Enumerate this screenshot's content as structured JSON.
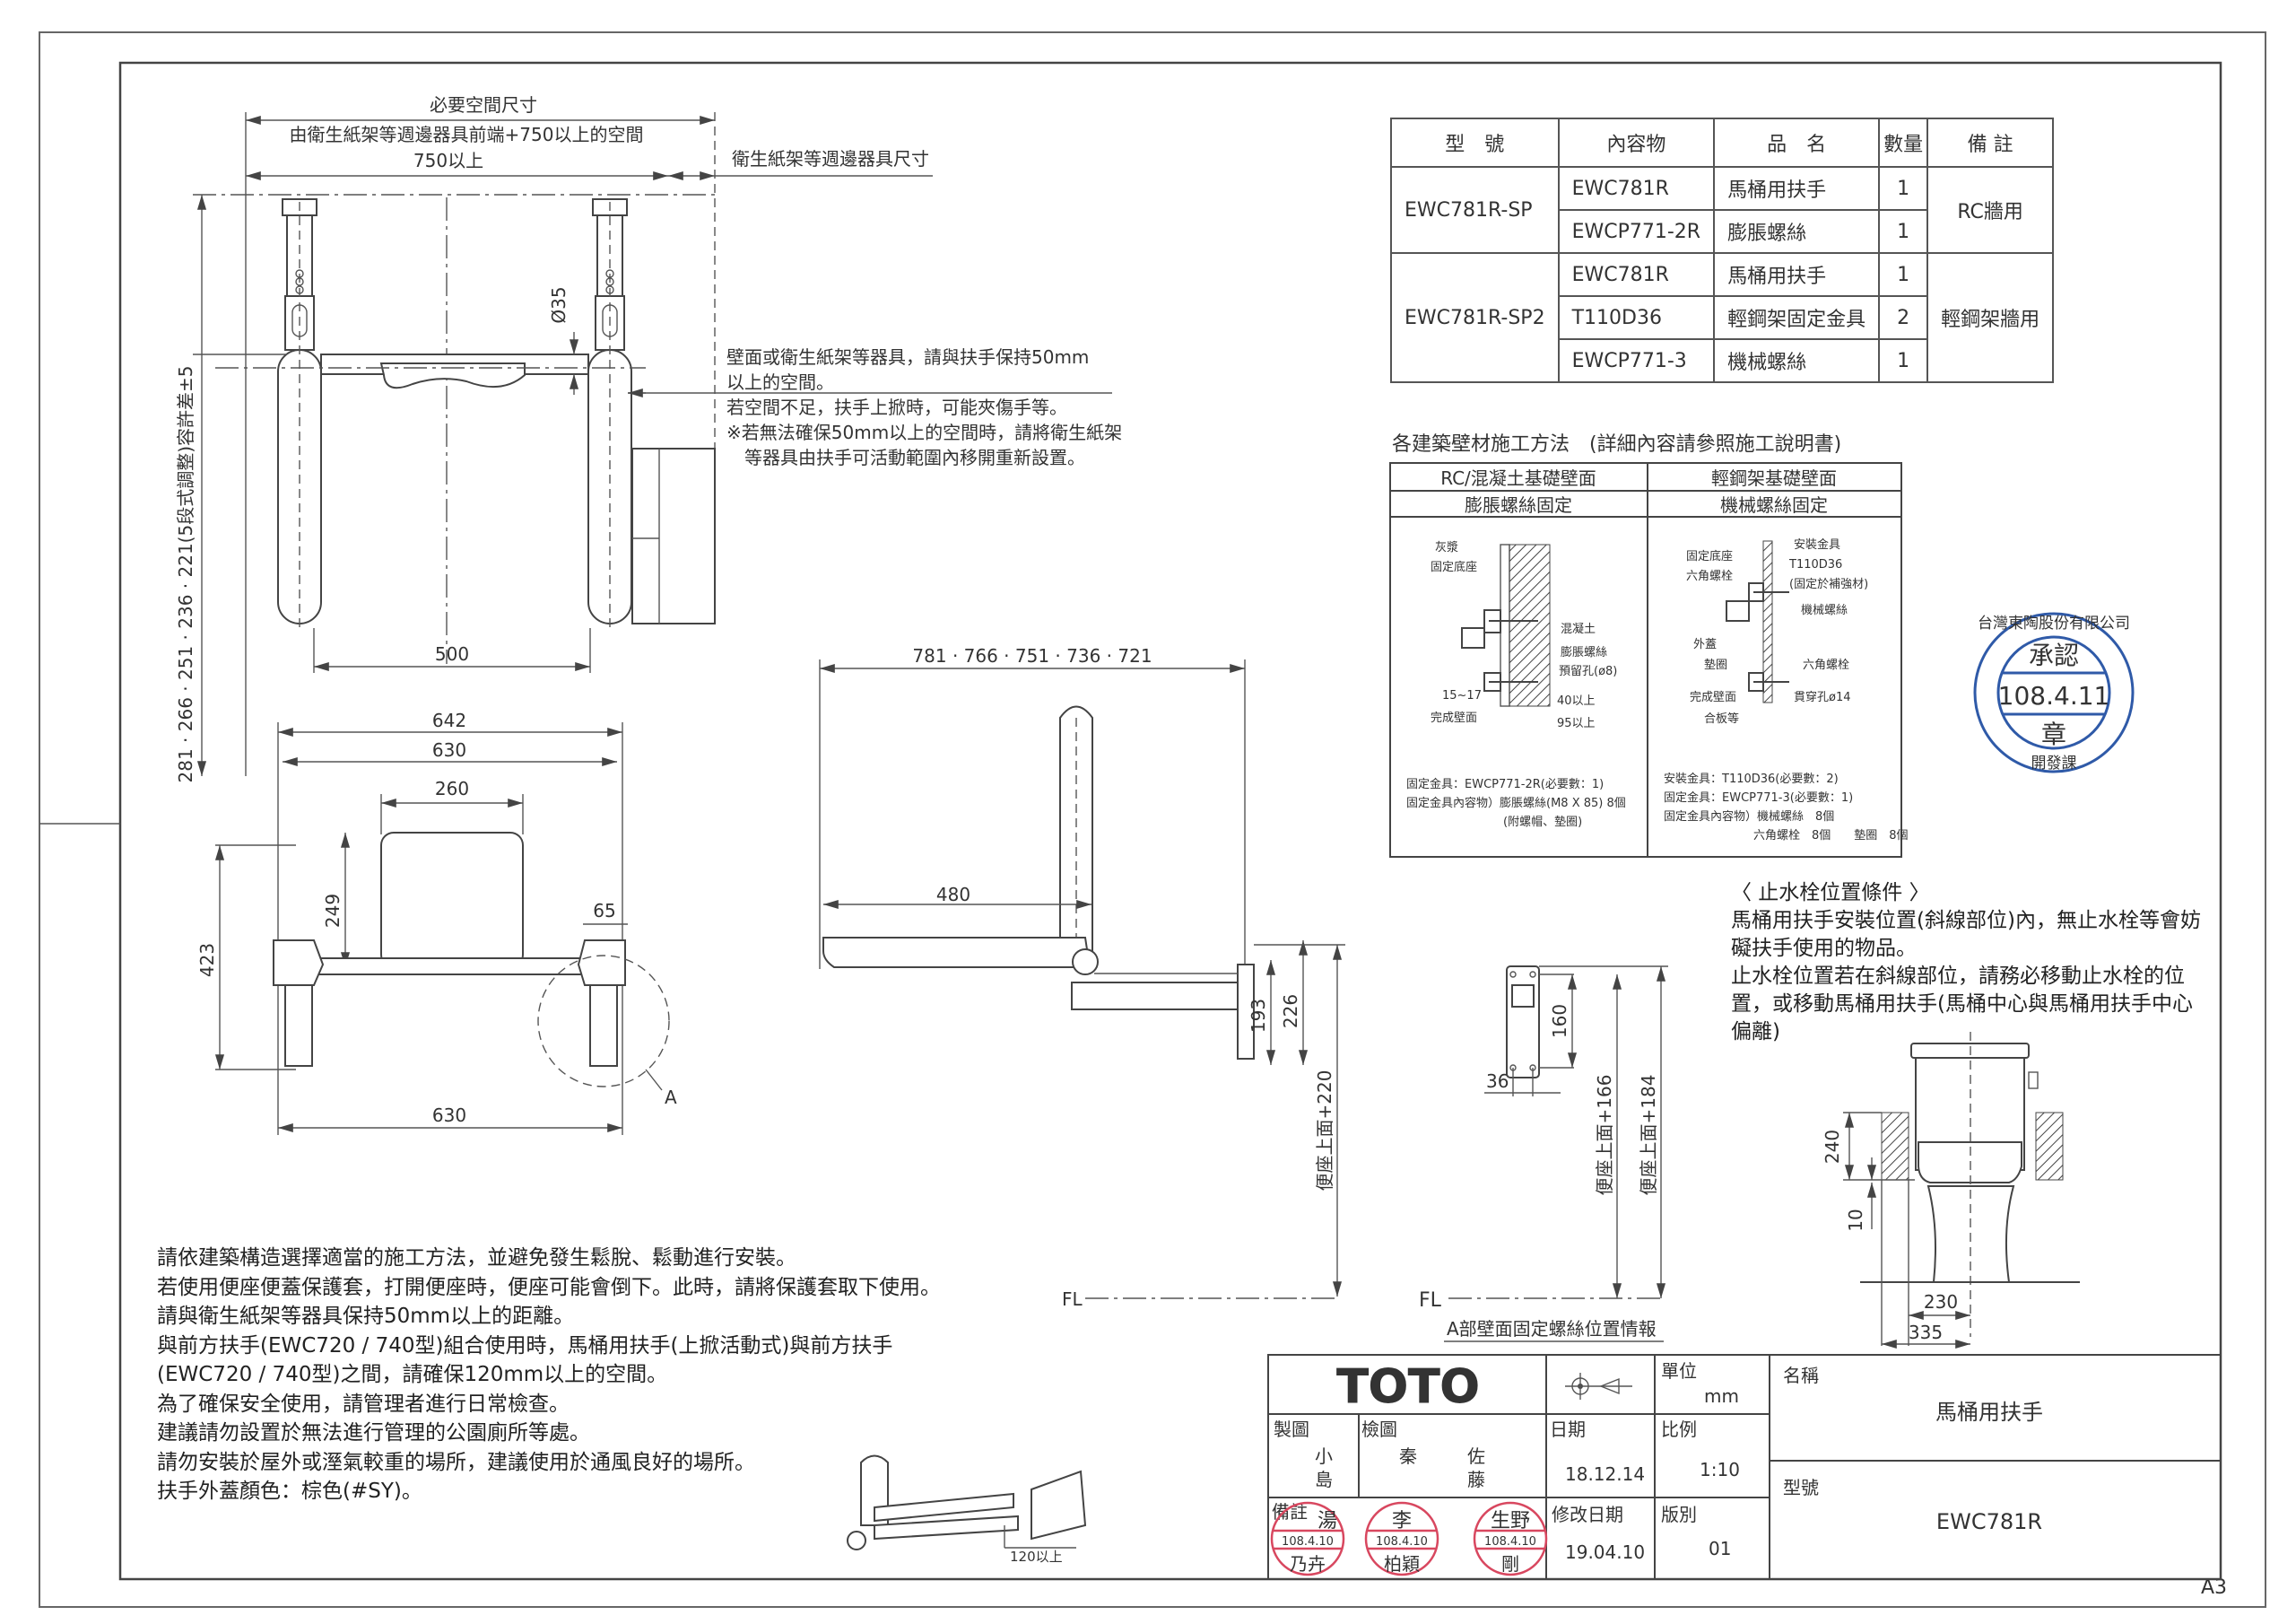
{
  "sheet_size": "A3",
  "parts_table": {
    "headers": [
      "型　號",
      "內容物",
      "品　名",
      "數量",
      "備 註"
    ],
    "groups": [
      {
        "model": "EWC781R-SP",
        "remark": "RC牆用",
        "rows": [
          {
            "content": "EWC781R",
            "name": "馬桶用扶手",
            "qty": "1"
          },
          {
            "content": "EWCP771-2R",
            "name": "膨脹螺絲",
            "qty": "1"
          }
        ]
      },
      {
        "model": "EWC781R-SP2",
        "remark": "輕鋼架牆用",
        "rows": [
          {
            "content": "EWC781R",
            "name": "馬桶用扶手",
            "qty": "1"
          },
          {
            "content": "T110D36",
            "name": "輕鋼架固定金具",
            "qty": "2"
          },
          {
            "content": "EWCP771-3",
            "name": "機械螺絲",
            "qty": "1"
          }
        ]
      }
    ]
  },
  "construction": {
    "title": "各建築壁材施工方法　(詳細內容請參照施工說明書)",
    "rc": {
      "header": "RC/混凝土基礎壁面",
      "subheader": "膨脹螺絲固定",
      "labels": [
        "灰漿",
        "固定底座",
        "混凝土",
        "膨脹螺絲",
        "預留孔(ø8)",
        "15~17",
        "完成壁面",
        "40以上",
        "95以上"
      ],
      "notes": [
        "固定金具：EWCP771-2R(必要數：1)",
        "固定金具內容物）膨脹螺絲(M8 X 85) 8個",
        "(附螺帽、墊圈)"
      ]
    },
    "steel": {
      "header": "輕鋼架基礎壁面",
      "subheader": "機械螺絲固定",
      "labels": [
        "固定底座",
        "六角螺栓",
        "安裝金具",
        "T110D36",
        "(固定於補強材)",
        "機械螺絲",
        "外蓋",
        "墊圈",
        "六角螺栓",
        "完成壁面",
        "合板等",
        "貫穿孔ø14"
      ],
      "notes": [
        "安裝金具：T110D36(必要數：2)",
        "固定金具：EWCP771-3(必要數：1)",
        "固定金具內容物）機械螺絲　8個",
        "六角螺栓　8個　　墊圈　8個"
      ]
    }
  },
  "approval_stamp": {
    "company": "台灣東陶股份有限公司",
    "top": "承認",
    "date": "108.4.11",
    "bottom": "章",
    "dept": "開發課"
  },
  "top_view": {
    "required_space": "必要空間尺寸",
    "space_desc": "由衛生紙架等週邊器具前端+750以上的空間",
    "dim_750": "750以上",
    "accessory_size": "衛生紙架等週邊器具尺寸",
    "dia": "Ø35",
    "dim_500": "500",
    "height_dim": "281 · 266 · 251 · 236 · 221(5段式調整)容許差±5",
    "clearance_notes": [
      "壁面或衛生紙架等器具，請與扶手保持50mm",
      "以上的空間。",
      "若空間不足，扶手上掀時，可能夾傷手等。",
      "※若無法確保50mm以上的空間時，請將衛生紙架",
      "　等器具由扶手可活動範圍內移開重新設置。"
    ]
  },
  "front_view": {
    "dim_642": "642",
    "dim_630_top": "630",
    "dim_260": "260",
    "dim_249": "249",
    "dim_423": "423",
    "dim_65": "65",
    "dim_630_bottom": "630",
    "detail_label": "A"
  },
  "side_view": {
    "dim_length": "781 · 766 · 751 · 736 · 721",
    "dim_480": "480",
    "dim_193": "193",
    "dim_226": "226",
    "dim_seat": "便座上面+220",
    "fl": "FL"
  },
  "detail_a": {
    "dim_160": "160",
    "dim_36": "36",
    "dim_166": "便座上面+166",
    "dim_184": "便座上面+184",
    "fl": "FL",
    "caption": "A部壁面固定螺絲位置情報"
  },
  "perspective": {
    "dim": "120以上"
  },
  "notes": [
    "請依建築構造選擇適當的施工方法，並避免發生鬆脫、鬆動進行安裝。",
    "若使用便座便蓋保護套，打開便座時，便座可能會倒下。此時，請將保護套取下使用。",
    "請與衛生紙架等器具保持50mm以上的距離。",
    "與前方扶手(EWC720 / 740型)組合使用時，馬桶用扶手(上掀活動式)與前方扶手",
    "(EWC720 / 740型)之間，請確保120mm以上的空間。",
    "為了確保安全使用，請管理者進行日常檢查。",
    "建議請勿設置於無法進行管理的公園廁所等處。",
    "請勿安裝於屋外或溼氣較重的場所，建議使用於通風良好的場所。",
    "扶手外蓋顏色：棕色(#SY)。"
  ],
  "water_valve": {
    "title": "〈 止水栓位置條件 〉",
    "lines": [
      "馬桶用扶手安裝位置(斜線部位)內，無止水栓等會妨",
      "礙扶手使用的物品。",
      "止水栓位置若在斜線部位，請務必移動止水栓的位",
      "置，或移動馬桶用扶手(馬桶中心與馬桶用扶手中心",
      "偏離)"
    ],
    "dim_240": "240",
    "dim_10": "10",
    "dim_230": "230",
    "dim_335": "335"
  },
  "title_block": {
    "logo": "TOTO",
    "unit_label": "單位",
    "unit": "mm",
    "drawn_label": "製圖",
    "drawn_by": [
      "小",
      "島"
    ],
    "checked_label": "檢圖",
    "checked_by_1": "秦",
    "checked_by_2": [
      "佐",
      "藤"
    ],
    "date_label": "日期",
    "date": "18.12.14",
    "scale_label": "比例",
    "scale": "1:10",
    "remark_label": "備註",
    "revised_label": "修改日期",
    "revised": "19.04.10",
    "version_label": "版別",
    "version": "01",
    "name_label": "名稱",
    "name": "馬桶用扶手",
    "model_label": "型號",
    "model": "EWC781R",
    "stamps": [
      {
        "top": "湯",
        "date": "108.4.10",
        "bottom": "乃卉"
      },
      {
        "top": "李",
        "date": "108.4.10",
        "bottom": "柏穎"
      },
      {
        "top": "生野",
        "date": "108.4.10",
        "bottom": "剛"
      }
    ]
  },
  "colors": {
    "line": "#444444",
    "stamp_red": "#d8475f",
    "stamp_blue": "#2f5aa8"
  }
}
